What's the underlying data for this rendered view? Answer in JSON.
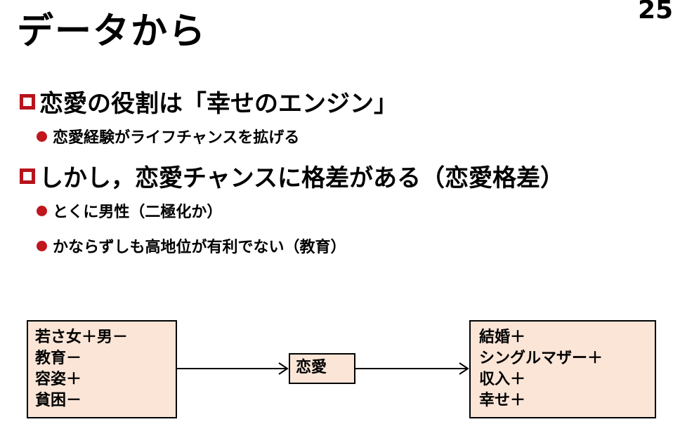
{
  "slide": {
    "title": "データから",
    "page_number": "25"
  },
  "headings": [
    {
      "text": "恋愛の役割は「幸せのエンジン」"
    },
    {
      "text": "しかし，恋愛チャンスに格差がある（恋愛格差）"
    }
  ],
  "bullets": [
    {
      "text": "恋愛経験がライフチャンスを拡げる"
    },
    {
      "text": "とくに男性（二極化か）"
    },
    {
      "text": "かならずしも高地位が有利でない（教育）"
    }
  ],
  "diagram": {
    "left_box": [
      "若さ女＋男－",
      "教育－",
      "容姿＋",
      "貧困－"
    ],
    "middle_box": "恋愛",
    "right_box": [
      "結婚＋",
      "シングルマザー＋",
      "収入＋",
      "幸せ＋"
    ]
  },
  "colors": {
    "accent_red": "#b8131c",
    "box_fill": "#fae5d7"
  }
}
